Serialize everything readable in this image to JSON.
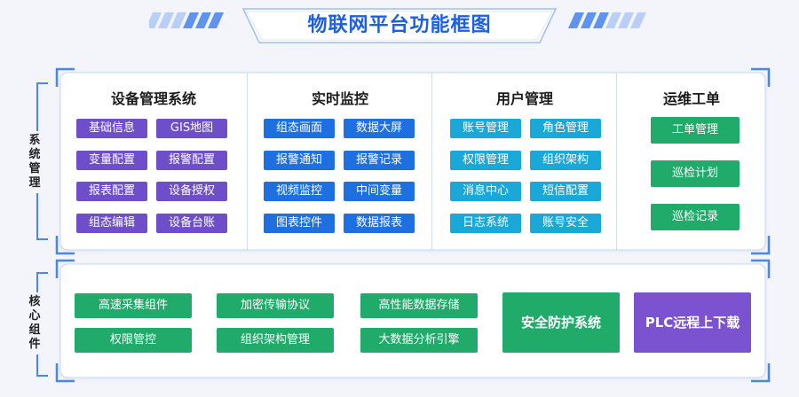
{
  "title": "物联网平台功能框图",
  "side_labels": {
    "system": "系统管理",
    "core": "核心组件"
  },
  "columns": [
    {
      "title": "设备管理系统",
      "items": [
        "基础信息",
        "GIS地图",
        "变量配置",
        "报警配置",
        "报表配置",
        "设备授权",
        "组态编辑",
        "设备台账"
      ]
    },
    {
      "title": "实时监控",
      "items": [
        "组态画面",
        "数据大屏",
        "报警通知",
        "报警记录",
        "视频监控",
        "中间变量",
        "图表控件",
        "数据报表"
      ]
    },
    {
      "title": "用户管理",
      "items": [
        "账号管理",
        "角色管理",
        "权限管理",
        "组织架构",
        "消息中心",
        "短信配置",
        "日志系统",
        "账号安全"
      ]
    },
    {
      "title": "运维工单",
      "items": [
        "工单管理",
        "巡检计划",
        "巡检记录"
      ]
    }
  ],
  "core": {
    "items": [
      "高速采集组件",
      "权限管控",
      "加密传输协议",
      "组织架构管理",
      "高性能数据存储",
      "大数据分析引擎"
    ],
    "security": "安全防护系统",
    "plc": "PLC远程上下载"
  },
  "colors": {
    "purple": "#6f4fc9",
    "blue": "#1e6fe0",
    "cyan": "#1aa8d8",
    "green": "#21ab6b",
    "title": "#1d5fe3",
    "frame": "#4a86f0"
  }
}
